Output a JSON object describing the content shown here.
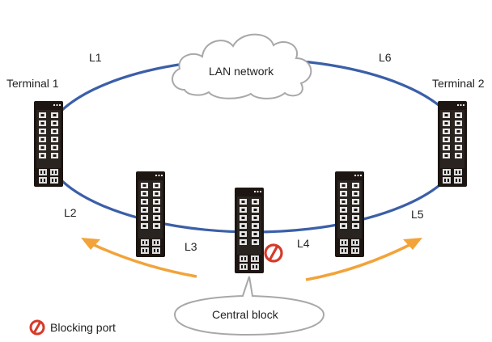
{
  "diagram": {
    "cloud_label": "LAN network",
    "link_labels": {
      "l1": "L1",
      "l2": "L2",
      "l3": "L3",
      "l4": "L4",
      "l5": "L5",
      "l6": "L6"
    },
    "terminal_left": "Terminal 1",
    "terminal_right": "Terminal 2",
    "callout_label": "Central block",
    "legend_label": "Blocking port"
  },
  "colors": {
    "ring": "#3b5fa8",
    "arrow": "#f2a33a",
    "blocking": "#d63a2a",
    "switch_body": "#1c1511",
    "cloud_stroke": "#a8a8a8"
  },
  "icons": [
    "cloud-icon",
    "switch-icon",
    "blocking-port-icon",
    "arrow-left",
    "arrow-right"
  ]
}
